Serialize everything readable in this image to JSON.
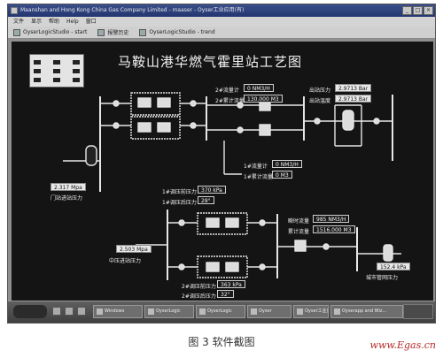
{
  "window": {
    "title": "Maanshan and Hong Kong China Gas Company Limited - maaser - Oyser工业应用(有)",
    "minimize_glyph": "_",
    "maximize_glyph": "□",
    "close_glyph": "×"
  },
  "menu": {
    "items": [
      "文件",
      "显示",
      "帮助",
      "Help",
      "窗口"
    ]
  },
  "toolbar": {
    "buttons": [
      {
        "label": "OyserLogicStudio - start"
      },
      {
        "label": "报警历史"
      },
      {
        "label": "OyserLogicStudio - trend"
      }
    ]
  },
  "diagram": {
    "title": "马鞍山港华燃气霍里站工艺图",
    "labels": {
      "l2_flow": "2#流量计",
      "l2_total": "2#累计流量",
      "l1_flow": "1#流量计",
      "l1_total": "1#累计流量",
      "outlet_pressure": "出站压力",
      "outlet_temp": "出站温度",
      "inlet_pressure": "门站进站压力",
      "tiao1_p1": "1#调压前压力",
      "tiao1_p2": "1#调压后压力",
      "tiao2_p1": "2#调压前压力",
      "tiao2_p2": "2#调压后压力",
      "mid_pressure": "中压进站压力",
      "dist_flow": "瞬时流量",
      "dist_total": "累计流量",
      "city_pressure": "城市管网压力"
    },
    "values": {
      "v2_flow": "0 NM3/H",
      "v2_total": "130.000 M3",
      "v1_flow": "0 NM3/H",
      "v1_total": "0 M3",
      "outlet_pressure": "2.9713 Bar",
      "outlet_temp": "2.9713 Bar",
      "inlet_pressure": "2.317 Mpa",
      "tiao1_p1": "370 kPa",
      "tiao1_p2": "28°",
      "mid_pressure": "2.503 Mpa",
      "dist_flow": "985 NM3/H",
      "dist_total": "1516.000 M3",
      "tiao2_p1": "363 kPa",
      "tiao2_p2": "32°",
      "city_pressure": "152.4 kPa"
    }
  },
  "taskbar": {
    "tasks": [
      {
        "label": "Windows"
      },
      {
        "label": "OyserLogic"
      },
      {
        "label": "OyserLogic"
      },
      {
        "label": "Oyser"
      },
      {
        "label": "Oyser工业应用"
      },
      {
        "label": "Oyserapp and Wiz..."
      }
    ]
  },
  "caption": "图 3  软件截图",
  "watermark": "www.Egas.cn"
}
